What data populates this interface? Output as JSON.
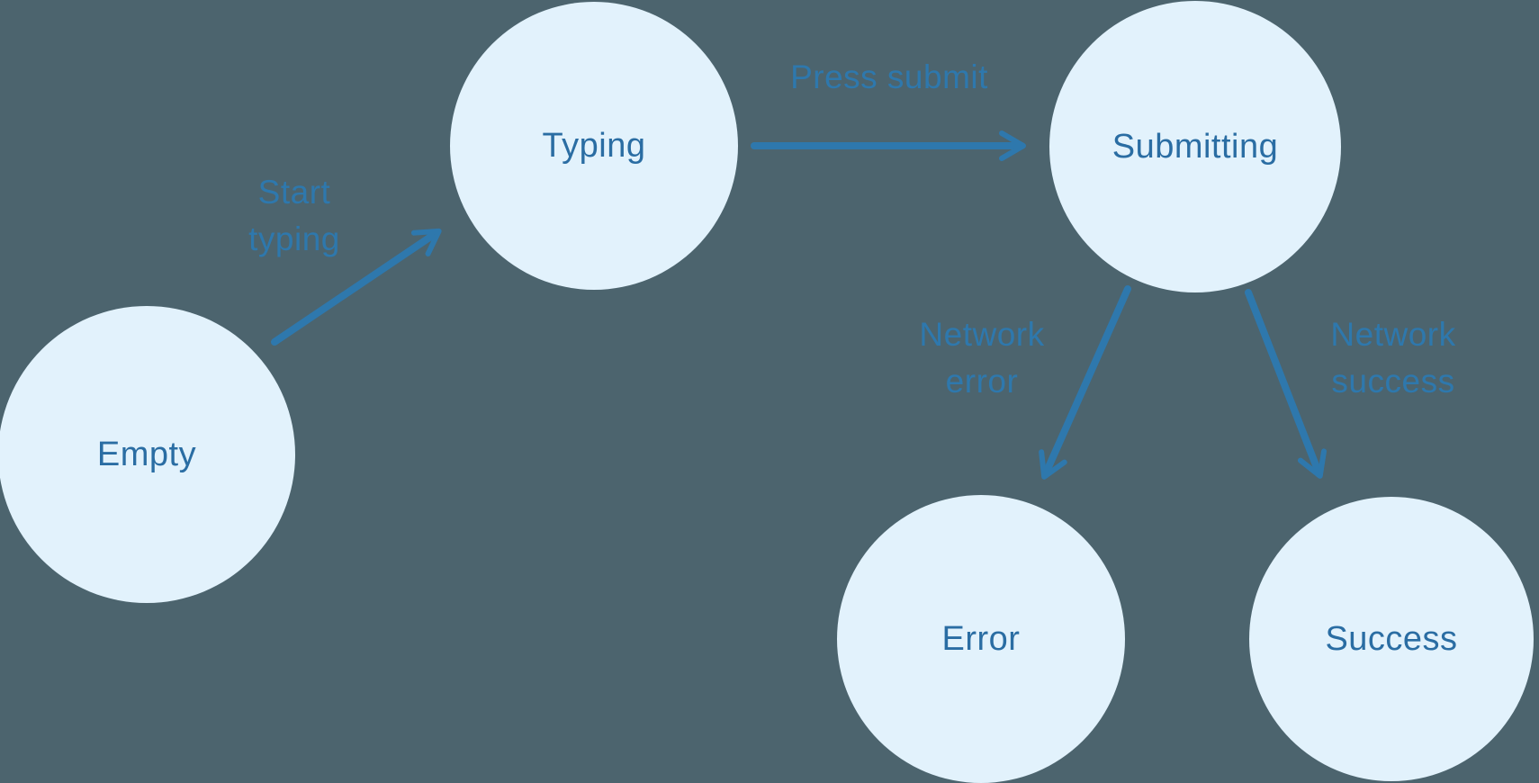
{
  "diagram": {
    "type": "state-machine",
    "background_color": "#4C646E",
    "node_fill_color": "#E2F2FC",
    "node_text_color": "#2A6DA3",
    "edge_color": "#2E78AD",
    "nodes": [
      {
        "id": "empty",
        "label": "Empty"
      },
      {
        "id": "typing",
        "label": "Typing"
      },
      {
        "id": "submitting",
        "label": "Submitting"
      },
      {
        "id": "error",
        "label": "Error"
      },
      {
        "id": "success",
        "label": "Success"
      }
    ],
    "edges": [
      {
        "from": "empty",
        "to": "typing",
        "label": "Start typing",
        "label_lines": [
          "Start",
          "typing"
        ]
      },
      {
        "from": "typing",
        "to": "submitting",
        "label": "Press submit",
        "label_lines": [
          "Press submit"
        ]
      },
      {
        "from": "submitting",
        "to": "error",
        "label": "Network error",
        "label_lines": [
          "Network",
          "error"
        ]
      },
      {
        "from": "submitting",
        "to": "success",
        "label": "Network success",
        "label_lines": [
          "Network",
          "success"
        ]
      }
    ]
  }
}
